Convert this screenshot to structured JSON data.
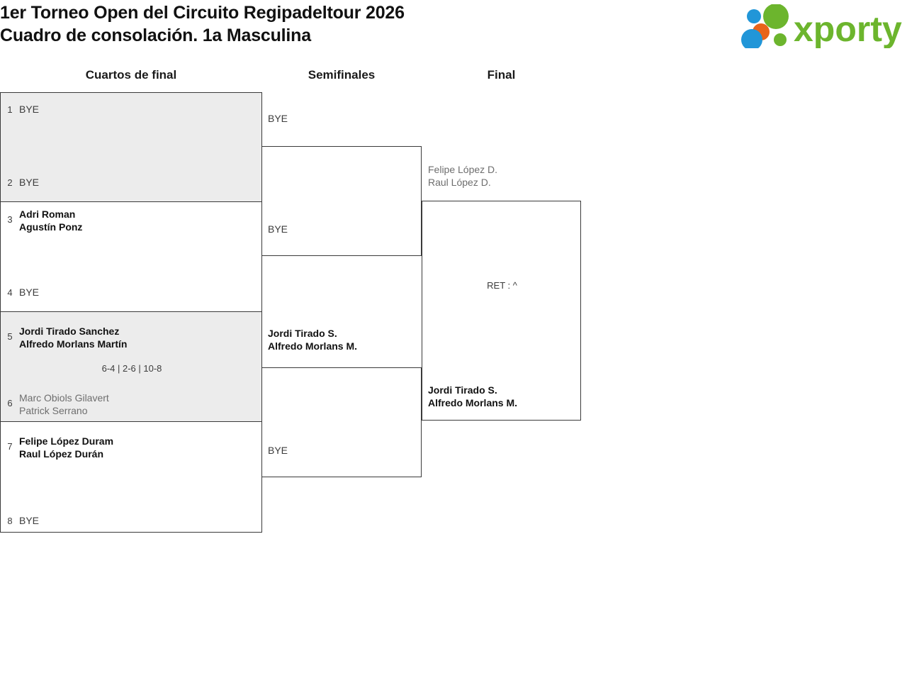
{
  "header": {
    "title_line1": "1er Torneo Open del Circuito Regipadeltour 2026",
    "title_line2": "Cuadro de consolación. 1a Masculina",
    "logo_text": "xporty",
    "logo_colors": {
      "green": "#6cb52d",
      "blue": "#2196d8",
      "orange": "#e8641a"
    }
  },
  "rounds": {
    "quarterfinals_label": "Cuartos de final",
    "semifinals_label": "Semifinales",
    "final_label": "Final"
  },
  "bracket": {
    "quarterfinals": [
      {
        "shaded": true,
        "top": {
          "seed": "1",
          "line1": "BYE",
          "line2": "",
          "status": "bye"
        },
        "bottom": {
          "seed": "2",
          "line1": "BYE",
          "line2": "",
          "status": "bye"
        },
        "score": ""
      },
      {
        "shaded": false,
        "top": {
          "seed": "3",
          "line1": "Adri Roman",
          "line2": "Agustín Ponz",
          "status": "win"
        },
        "bottom": {
          "seed": "4",
          "line1": "BYE",
          "line2": "",
          "status": "bye"
        },
        "score": ""
      },
      {
        "shaded": true,
        "top": {
          "seed": "5",
          "line1": "Jordi Tirado Sanchez",
          "line2": "Alfredo Morlans Martín",
          "status": "win"
        },
        "bottom": {
          "seed": "6",
          "line1": "Marc Obiols Gilavert",
          "line2": "Patrick Serrano",
          "status": "lose"
        },
        "score": "6-4 | 2-6 | 10-8"
      },
      {
        "shaded": false,
        "top": {
          "seed": "7",
          "line1": "Felipe López Duram",
          "line2": "Raul López Durán",
          "status": "win"
        },
        "bottom": {
          "seed": "8",
          "line1": "BYE",
          "line2": "",
          "status": "bye"
        },
        "score": ""
      }
    ],
    "semifinals": [
      {
        "top": {
          "line1": "BYE",
          "line2": "",
          "status": "bye"
        },
        "bottom": {
          "line1": "BYE",
          "line2": "",
          "status": "bye"
        },
        "score": ""
      },
      {
        "top": {
          "line1": "Jordi Tirado S.",
          "line2": "Alfredo Morlans M.",
          "status": "win"
        },
        "bottom": {
          "line1": "BYE",
          "line2": "",
          "status": "bye"
        },
        "score": ""
      }
    ],
    "final": {
      "top": {
        "line1": "Felipe López D.",
        "line2": "Raul López D.",
        "status": "lose"
      },
      "bottom": {
        "line1": "Jordi Tirado S.",
        "line2": "Alfredo Morlans M.",
        "status": "win"
      },
      "score": "RET : ^"
    }
  }
}
